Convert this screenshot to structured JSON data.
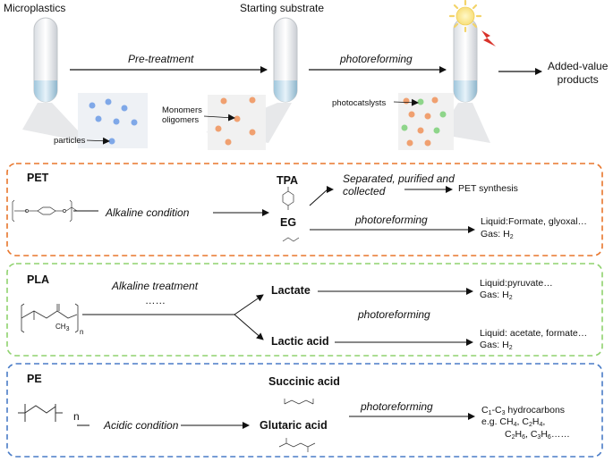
{
  "top": {
    "microplastics": "Microplastics",
    "starting_substrate": "Starting substrate",
    "pretreatment": "Pre-treatment",
    "photoreforming": "photoreforming",
    "added_value": "Added-value\nproducts",
    "particles": "particles",
    "monomers": "Monomers\noligomers",
    "photocatalysts": "photocatslysts"
  },
  "pet": {
    "title": "PET",
    "condition": "Alkaline condition",
    "tpa": "TPA",
    "eg": "EG",
    "separated": "Separated, purified and\ncollected",
    "pet_synthesis": "PET synthesis",
    "photoreforming": "photoreforming",
    "liquid": "Liquid:Formate, glyoxal…",
    "gas": "Gas: H",
    "gas_sub": "2"
  },
  "pla": {
    "title": "PLA",
    "condition": "Alkaline treatment",
    "dots": "……",
    "lactate": "Lactate",
    "lactic_acid": "Lactic acid",
    "photoreforming": "photoreforming",
    "liquid1": "Liquid:pyruvate…",
    "gas1": "Gas: H",
    "liquid2": "Liquid: acetate, formate…",
    "gas2": "Gas: H",
    "gas_sub": "2",
    "n": "n"
  },
  "pe": {
    "title": "PE",
    "condition": "Acidic condition",
    "succinic": "Succinic acid",
    "glutaric": "Glutaric acid",
    "photoreforming": "photoreforming",
    "hydrocarbons": "C1-C3 hydrocarbons",
    "eg_line1": "e.g. CH4, C2H4,",
    "eg_line2": "C2H6, C3H6……",
    "n": "n"
  },
  "colors": {
    "pet_border": "#E8762C",
    "pla_border": "#8FD26E",
    "pe_border": "#4A7CC7",
    "orange_particle": "#F0A070",
    "green_particle": "#8ED58A",
    "blue_particle": "#7FA8E8"
  }
}
